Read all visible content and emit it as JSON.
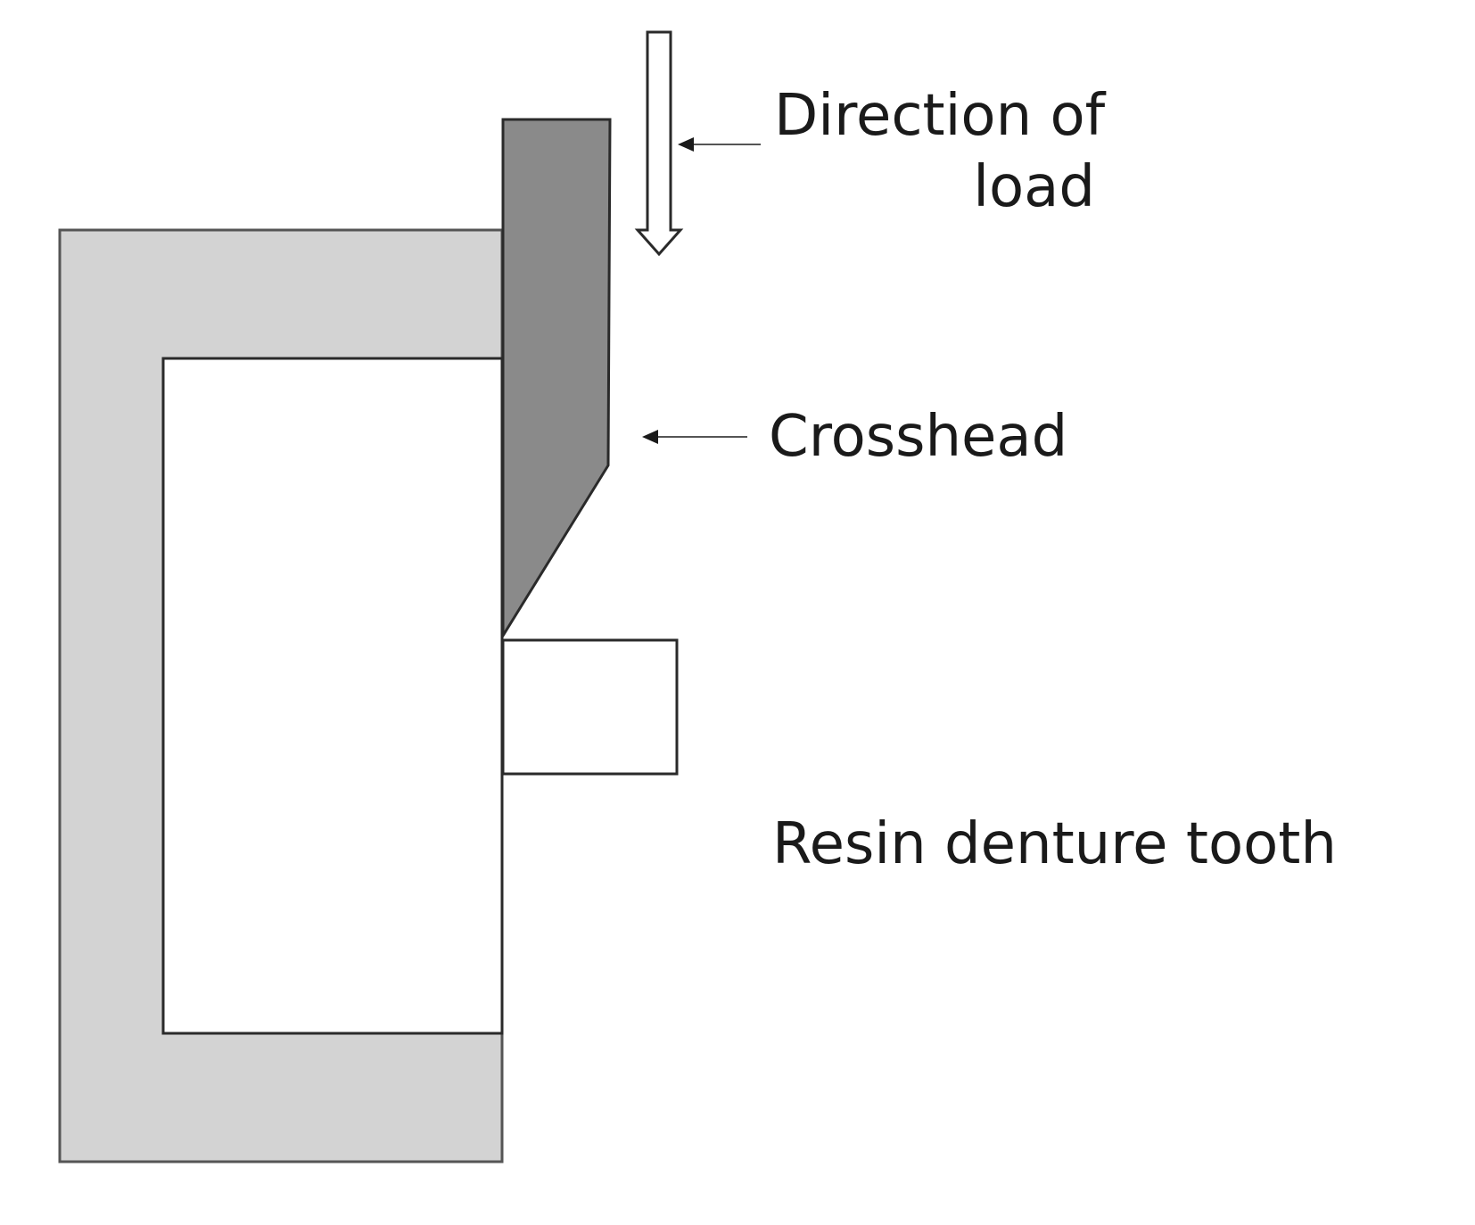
{
  "labels": {
    "direction_line1": "Direction of",
    "direction_line2": "load",
    "crosshead": "Crosshead",
    "tooth": "Resin denture tooth"
  },
  "colors": {
    "frame": "#d3d3d3",
    "crosshead": "#8a8a8a",
    "stroke": "#2a2a2a",
    "background": "#ffffff"
  }
}
